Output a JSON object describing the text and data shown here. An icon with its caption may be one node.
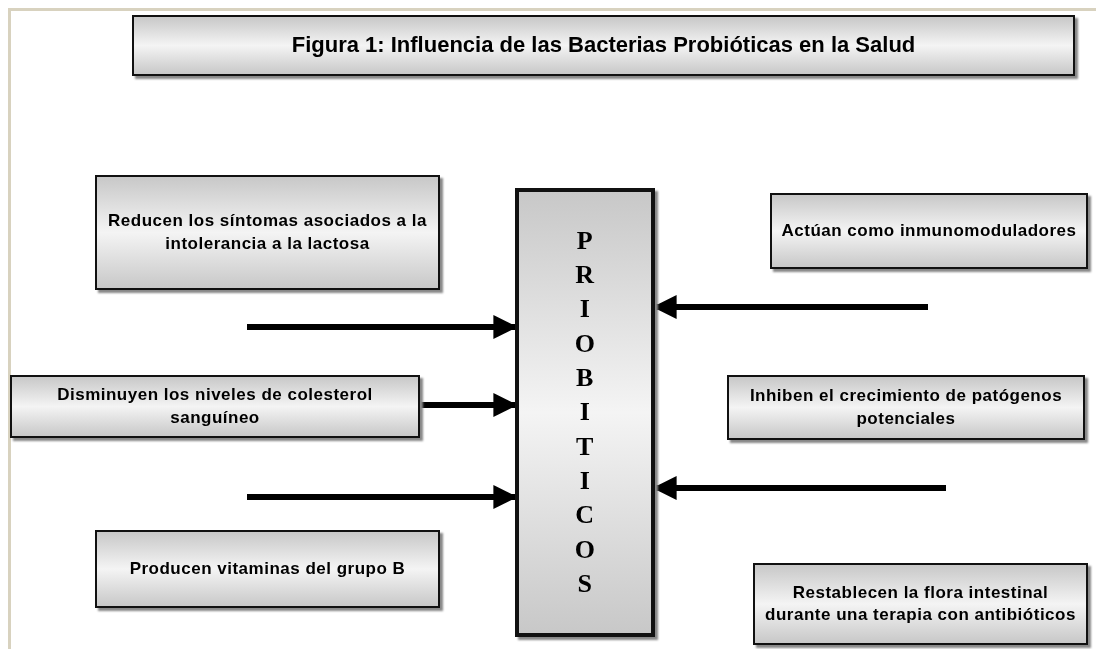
{
  "diagram": {
    "title": "Figura 1: Influencia de las Bacterias Probióticas en la Salud",
    "nodes": [
      {
        "text": [
          "Reducen los síntomas asociados a la intolerancia a la lactosa"
        ]
      },
      {
        "text": [
          "Actúan como inmunomoduladores"
        ]
      },
      {
        "text": [
          "Disminuyen los niveles de colesterol sanguíneo"
        ]
      },
      {
        "text": [
          "Inhiben el crecimiento de patógenos potenciales"
        ]
      },
      {
        "text": [
          "Producen vitaminas del grupo B"
        ]
      },
      {
        "text": [
          "Restablecen la flora intestinal durante una terapia con antibióticos"
        ]
      },
      {
        "text": [
          "PRIOBITICOS"
        ]
      }
    ],
    "edges": [
      {
        "from": null,
        "to": 6,
        "arrow": "to"
      },
      {
        "from": 2,
        "to": 6,
        "arrow": "to"
      },
      {
        "from": null,
        "to": 6,
        "arrow": "to"
      },
      {
        "from": null,
        "to": 6,
        "arrow": "to"
      },
      {
        "from": null,
        "to": 6,
        "arrow": "to"
      }
    ]
  }
}
